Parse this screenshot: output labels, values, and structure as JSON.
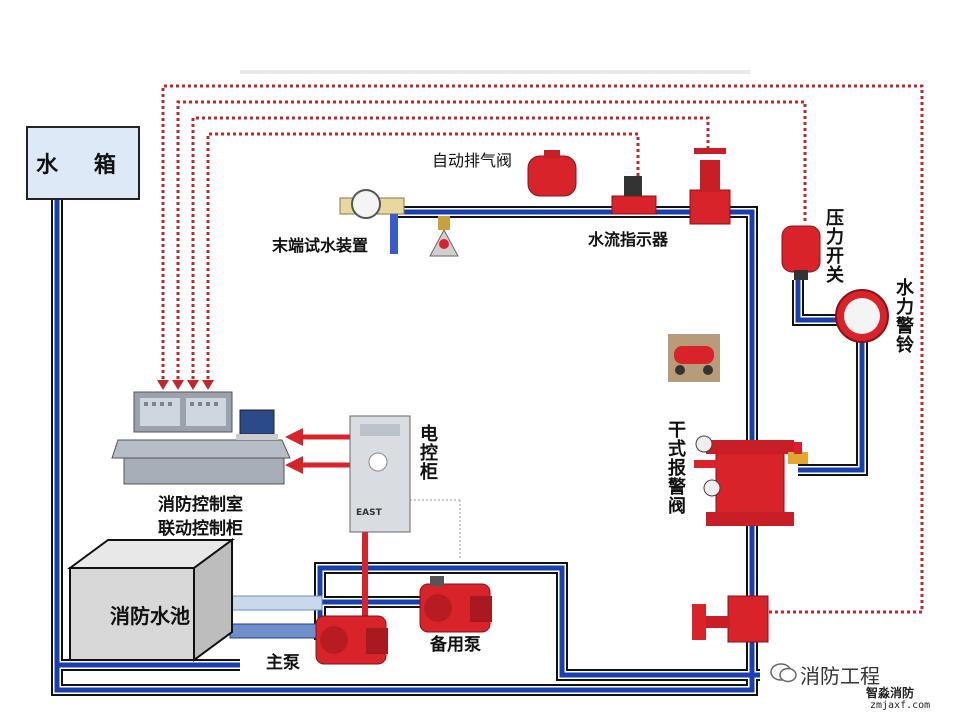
{
  "labels": {
    "water_tank": "水 箱",
    "auto_exhaust_valve": "自动排气阀",
    "end_test_device": "末端试水装置",
    "water_flow_indicator": "水流指示器",
    "pressure_switch": "压力开关",
    "water_alarm_bell": "水力警铃",
    "dry_alarm_valve": "干式报警阀",
    "electric_cabinet": "电控柜",
    "control_room_line1": "消防控制室",
    "control_room_line2": "联动控制柜",
    "fire_pool": "消防水池",
    "main_pump": "主泵",
    "standby_pump": "备用泵",
    "cabinet_brand": "EAST"
  },
  "watermark": {
    "account": "消防工程",
    "site_name": "智淼消防",
    "site_url": "zmjaxf.com"
  },
  "colors": {
    "pipe_blue": "#1a3fb0",
    "signal_red": "#c0282a",
    "equipment_red": "#d8232a",
    "tank_fill": "#dde9f6"
  }
}
